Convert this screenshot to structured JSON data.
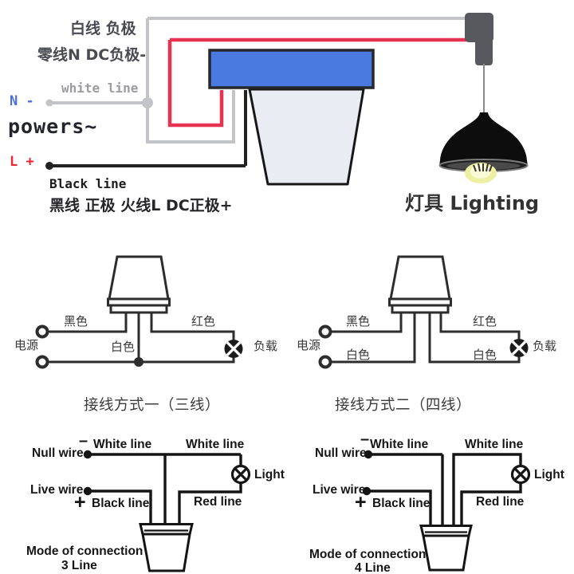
{
  "top": {
    "white_line_cn": "白线 负极",
    "neutral_line_cn": "零线N DC负极-",
    "white_line_en": "white line",
    "n_terminal": "N -",
    "powers": "powers~",
    "l_terminal": "L +",
    "black_line_en": "Black line",
    "live_line_cn": "黑线 正极 火线L DC正极+",
    "lighting": "灯具 Lighting"
  },
  "middle_left": {
    "black": "黑色",
    "red": "红色",
    "white": "白色",
    "power": "电源",
    "load": "负载",
    "caption": "接线方式一（三线）"
  },
  "middle_right": {
    "black": "黑色",
    "red": "红色",
    "white_left": "白色",
    "white_right": "白色",
    "power": "电源",
    "load": "负载",
    "caption": "接线方式二（四线）"
  },
  "bottom_left": {
    "null_wire": "Null wire",
    "minus": "–",
    "white_line_top": "White line",
    "white_line_right": "White line",
    "light": "Light",
    "live_wire": "Live wire",
    "plus": "+",
    "black_line": "Black line",
    "red_line": "Red line",
    "mode_title": "Mode of connection",
    "mode_type": "3 Line"
  },
  "bottom_right": {
    "null_wire": "Null wire",
    "minus": "–",
    "white_line_top": "White line",
    "white_line_right": "White line",
    "light": "Light",
    "live_wire": "Live wire",
    "plus": "+",
    "black_line": "Black line",
    "red_line": "Red line",
    "mode_title": "Mode of connection",
    "mode_type": "4 Line"
  },
  "colors": {
    "wire_red": "#e73251",
    "wire_gray": "#c3c4c8",
    "wire_black": "#222222",
    "sensor_blue": "#4a79e0",
    "label_blue": "#4a6fe8",
    "label_red": "#ee2633",
    "glow_yellow": "#edf0a3"
  }
}
